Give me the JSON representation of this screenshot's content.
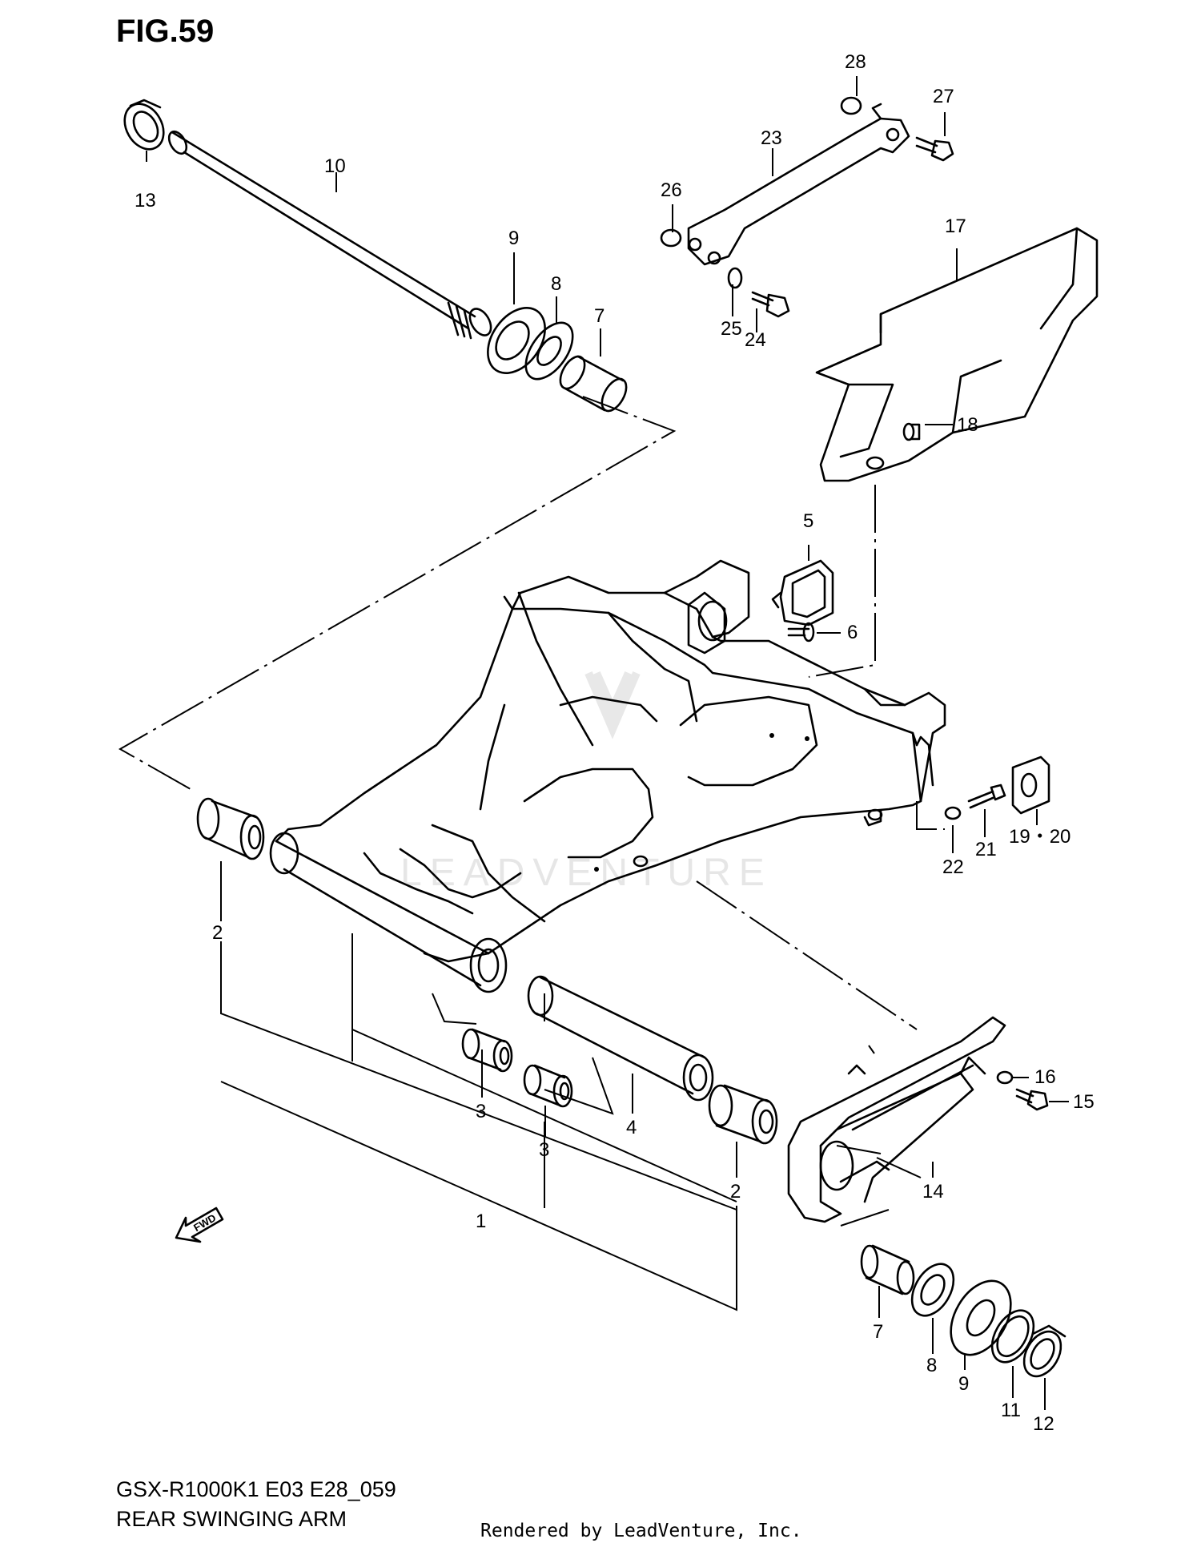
{
  "figure": {
    "title": "FIG.59"
  },
  "watermark": {
    "brand": "LEADVENTURE"
  },
  "fwd_label": "FWD",
  "footer": {
    "model_code": "GSX-R1000K1 E03 E28_059",
    "section_name": "REAR SWINGING ARM",
    "rendered_by": "Rendered by LeadVenture, Inc."
  },
  "callouts": {
    "c1": "1",
    "c2a": "2",
    "c2b": "2",
    "c3a": "3",
    "c3b": "3",
    "c4": "4",
    "c5": "5",
    "c6": "6",
    "c7a": "7",
    "c7b": "7",
    "c8a": "8",
    "c8b": "8",
    "c9a": "9",
    "c9b": "9",
    "c10": "10",
    "c11": "11",
    "c12": "12",
    "c13": "13",
    "c14": "14",
    "c15": "15",
    "c16": "16",
    "c17": "17",
    "c18": "18",
    "c19_20": "19・20",
    "c21": "21",
    "c22": "22",
    "c23": "23",
    "c24": "24",
    "c25": "25",
    "c26": "26",
    "c27": "27",
    "c28": "28"
  },
  "colors": {
    "line": "#000000",
    "background": "#ffffff",
    "watermark": "#e6e6e6"
  }
}
